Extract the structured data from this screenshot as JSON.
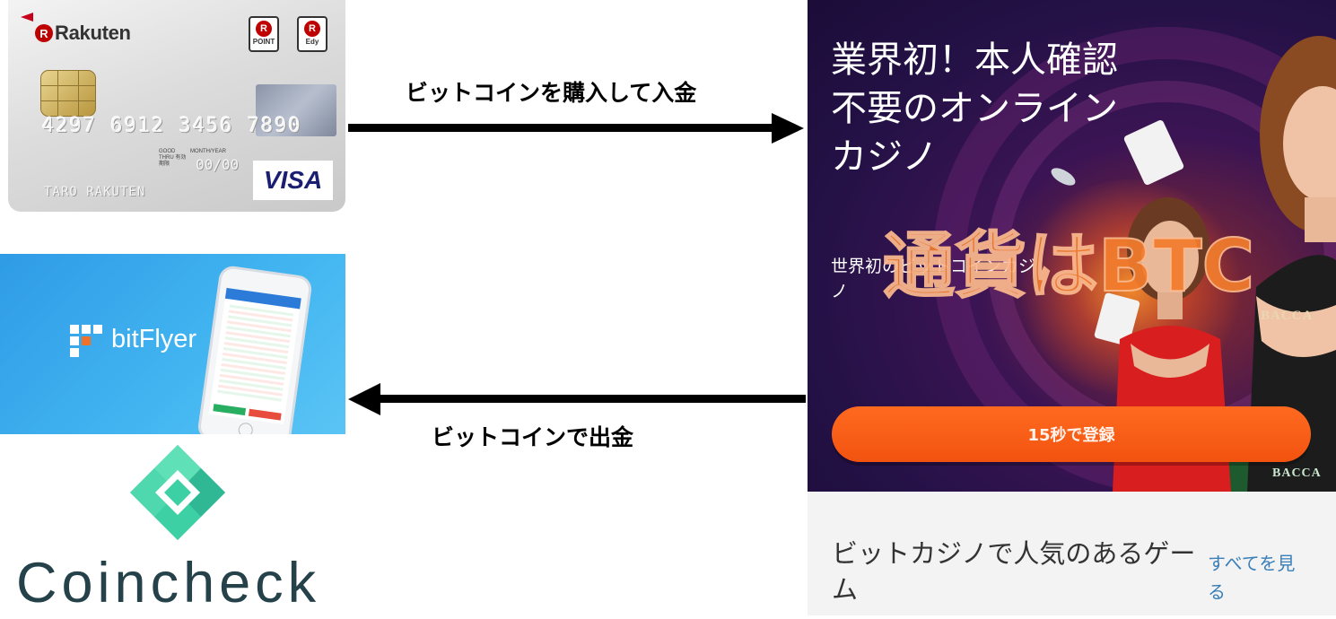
{
  "card": {
    "brand": "Rakuten",
    "badge_point_letter": "R",
    "badge_point_label": "POINT",
    "badge_edy_letter": "R",
    "badge_edy_label": "Edy",
    "number": "4297 6912 3456 7890",
    "good_thru": "GOOD THRU 有効期限",
    "month_year": "MONTH/YEAR",
    "expiry": "00/00",
    "holder": "TARO RAKUTEN",
    "network": "VISA"
  },
  "bitflyer": {
    "name": "bitFlyer"
  },
  "coincheck": {
    "name": "Coincheck"
  },
  "arrows": {
    "deposit_label": "ビットコインを購入して入金",
    "withdraw_label": "ビットコインで出金"
  },
  "casino": {
    "headline_line1": "業界初！本人確認",
    "headline_line2": "不要のオンライン",
    "headline_line3": "カジノ",
    "subtext_line1": "世界初のビットコインカジ",
    "subtext_line2": "ノ",
    "overlay": "通貨はBTC",
    "signup_button": "15秒で登録",
    "table_text": "BACCA",
    "table_text2": "BACCA",
    "popular_heading": "ビットカジノで人気のあるゲーム",
    "see_all": "すべてを見る"
  },
  "colors": {
    "arrow": "#000000",
    "overlay_text": "#f27c2d",
    "signup": "#f25310",
    "bitflyer_bg": "#43b6f1",
    "coincheck_green": "#3cd0a4"
  }
}
